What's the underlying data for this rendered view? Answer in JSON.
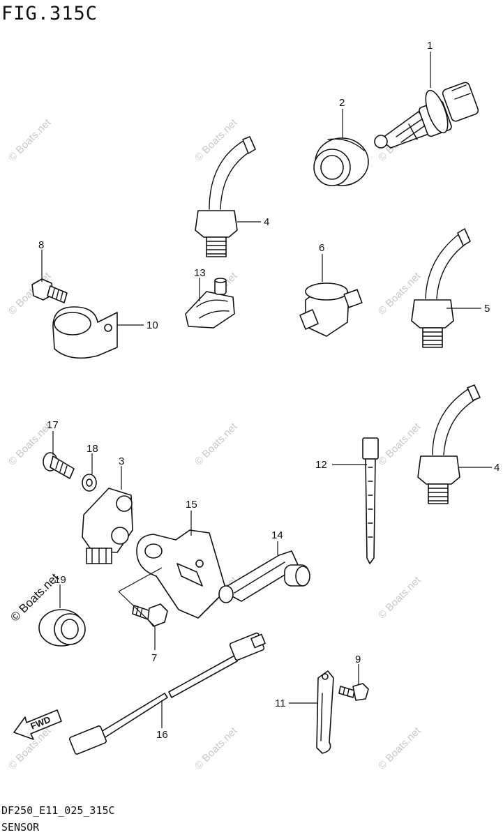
{
  "figure_title": "FIG.315C",
  "diagram_code": "DF250_E11_025_315C",
  "caption": "SENSOR",
  "watermark": "© Boats.net",
  "direction_arrow_label": "FWD",
  "callouts": [
    {
      "id": "1",
      "label": "1"
    },
    {
      "id": "2",
      "label": "2"
    },
    {
      "id": "3",
      "label": "3"
    },
    {
      "id": "4a",
      "label": "4"
    },
    {
      "id": "4b",
      "label": "4"
    },
    {
      "id": "5",
      "label": "5"
    },
    {
      "id": "6",
      "label": "6"
    },
    {
      "id": "7",
      "label": "7"
    },
    {
      "id": "8",
      "label": "8"
    },
    {
      "id": "9",
      "label": "9"
    },
    {
      "id": "10",
      "label": "10"
    },
    {
      "id": "11",
      "label": "11"
    },
    {
      "id": "12",
      "label": "12"
    },
    {
      "id": "13",
      "label": "13"
    },
    {
      "id": "14",
      "label": "14"
    },
    {
      "id": "15",
      "label": "15"
    },
    {
      "id": "16",
      "label": "16"
    },
    {
      "id": "17",
      "label": "17"
    },
    {
      "id": "18",
      "label": "18"
    },
    {
      "id": "19",
      "label": "19"
    }
  ]
}
